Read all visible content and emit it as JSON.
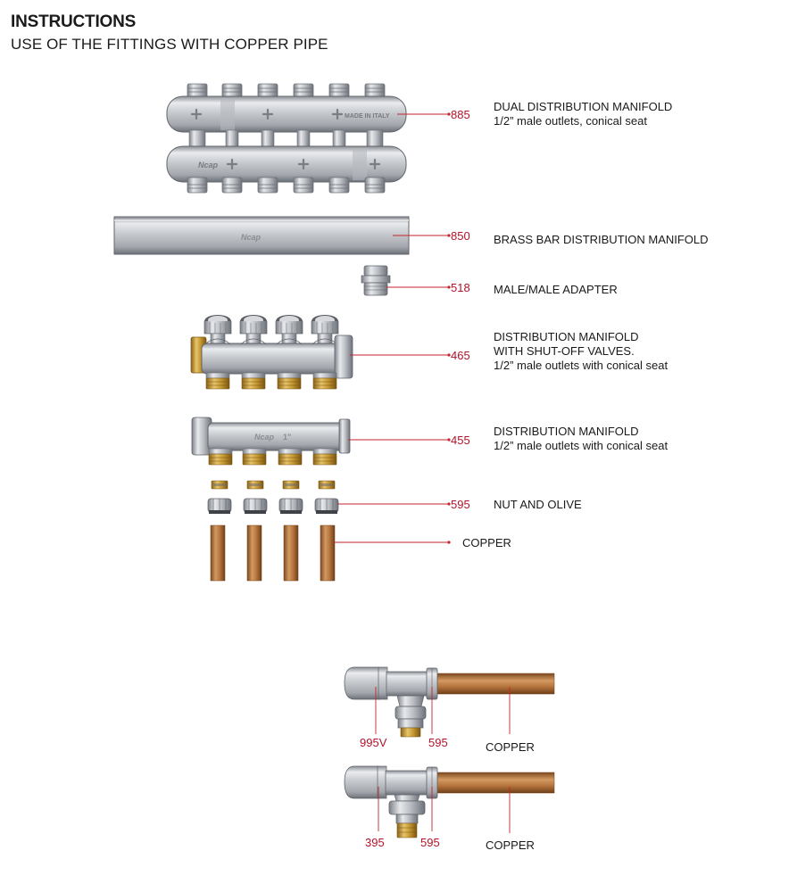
{
  "header": {
    "title": "INSTRUCTIONS",
    "subtitle": "USE OF THE FITTINGS WITH COPPER PIPE"
  },
  "items": [
    {
      "code": "885",
      "lines": [
        "DUAL DISTRIBUTION MANIFOLD",
        "1/2” male outlets, conical seat"
      ]
    },
    {
      "code": "850",
      "lines": [
        "BRASS BAR DISTRIBUTION MANIFOLD"
      ]
    },
    {
      "code": "518",
      "lines": [
        "MALE/MALE ADAPTER"
      ]
    },
    {
      "code": "465",
      "lines": [
        "DISTRIBUTION MANIFOLD",
        "WITH SHUT-OFF VALVES.",
        "1/2” male outlets with conical seat"
      ]
    },
    {
      "code": "455",
      "lines": [
        "DISTRIBUTION MANIFOLD",
        "1/2” male outlets with conical seat"
      ]
    },
    {
      "code": "595",
      "lines": [
        "NUT AND OLIVE"
      ]
    },
    {
      "code": "",
      "lines": [
        "COPPER"
      ]
    }
  ],
  "fittings": [
    {
      "codes": [
        "995V",
        "595"
      ],
      "label": "COPPER"
    },
    {
      "codes": [
        "395",
        "595"
      ],
      "label": "COPPER"
    }
  ],
  "product_markings": {
    "made_in_italy": "MADE IN ITALY",
    "brand": "Ncap",
    "size": "1”"
  },
  "colors": {
    "code_red": "#b3122b",
    "chrome": "#c9ccd1",
    "brass": "#c89a32",
    "copper": "#b87740"
  }
}
